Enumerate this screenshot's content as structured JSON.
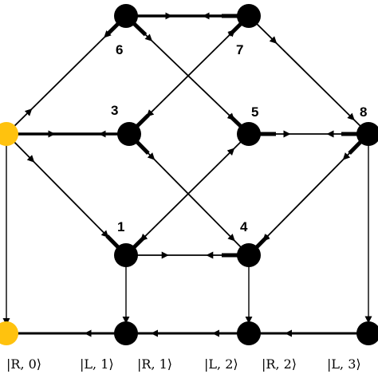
{
  "colors": {
    "highlight": "#FFC20E",
    "node": "#000000",
    "edge": "#000000"
  },
  "node_labels": [
    "6",
    "7",
    "3",
    "5",
    "8",
    "1",
    "4"
  ],
  "state_labels": [
    "|R, 0⟩",
    "|L, 1⟩",
    "|R, 1⟩",
    "|L, 2⟩",
    "|R, 2⟩",
    "|L, 3⟩"
  ]
}
